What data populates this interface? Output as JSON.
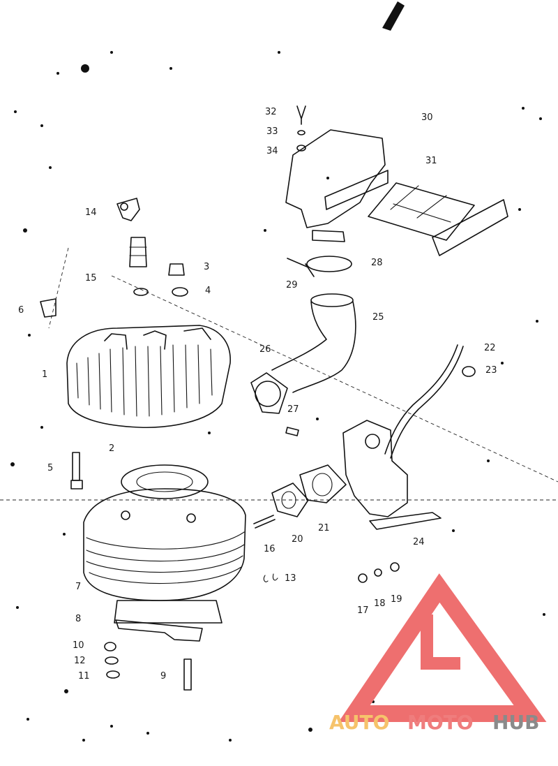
{
  "diagram": {
    "labels": [
      "1",
      "2",
      "3",
      "4",
      "5",
      "6",
      "7",
      "8",
      "9",
      "10",
      "11",
      "12",
      "13",
      "14",
      "15",
      "16",
      "17",
      "18",
      "19",
      "20",
      "21",
      "22",
      "23",
      "24",
      "25",
      "26",
      "27",
      "28",
      "29",
      "30",
      "31",
      "32",
      "33",
      "34"
    ]
  },
  "watermark": {
    "brand_part1": "AUTO",
    "brand_part2": "MOTO",
    "brand_part3": "HUB",
    "colors": {
      "auto": "#f6c36b",
      "moto": "#ef7d7d",
      "hub": "#8a8a8a",
      "triangle": "#ee6f6f"
    }
  }
}
